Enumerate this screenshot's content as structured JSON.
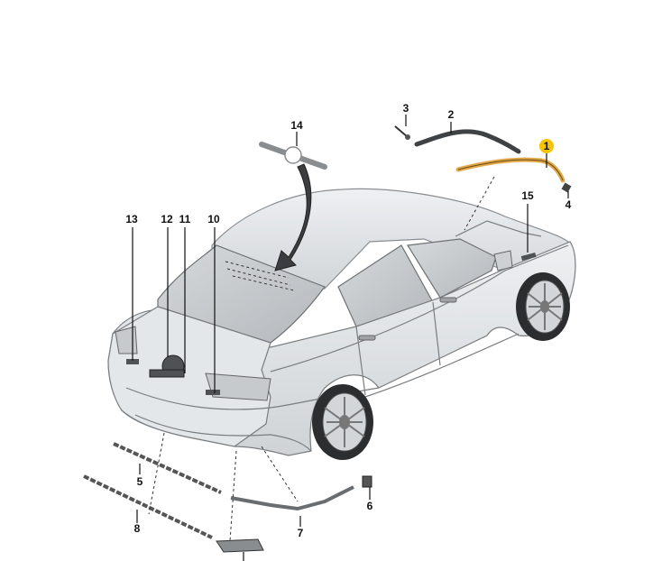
{
  "labels": {
    "l1": "1",
    "l2": "2",
    "l3": "3",
    "l4": "4",
    "l5": "5",
    "l6": "6",
    "l7": "7",
    "l8": "8",
    "l10": "10",
    "l11": "11",
    "l12": "12",
    "l13": "13",
    "l14": "14",
    "l15": "15"
  },
  "colors": {
    "highlight": "#f5c400",
    "highlight_part": "#e0a84a",
    "car_body": "#e6e8ea",
    "glass": "#c9cdd1"
  }
}
